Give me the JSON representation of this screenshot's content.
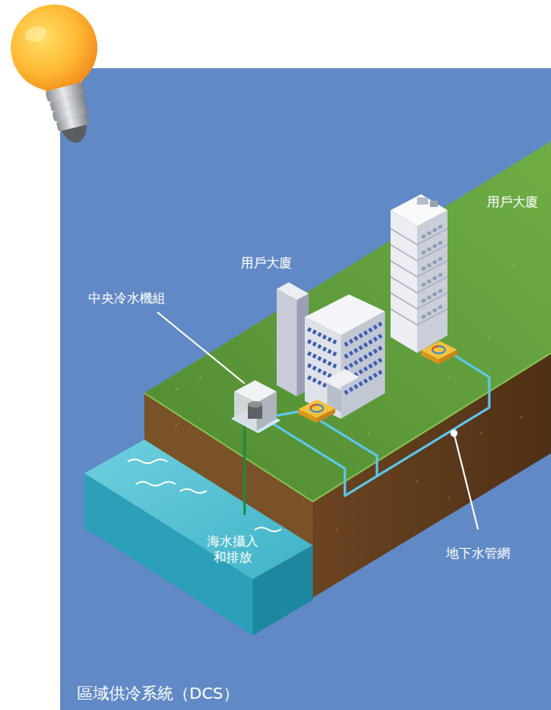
{
  "diagram": {
    "title": "區域供冷系統（DCS）",
    "labels": [
      "用戶大廈",
      "用戶大廈",
      "中央冷水機組",
      "海水攝入 和排放",
      "地下水管網"
    ]
  }
}
